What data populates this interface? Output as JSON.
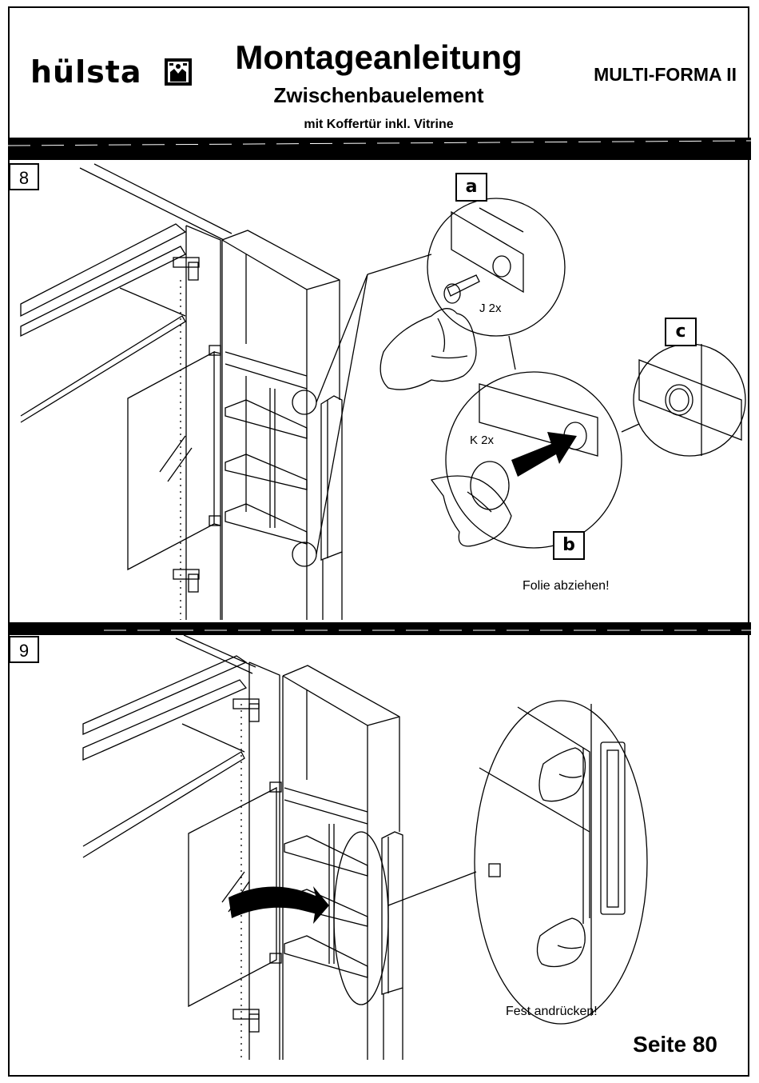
{
  "header": {
    "brand": "hülsta",
    "title": "Montageanleitung",
    "subtitle": "Zwischenbauelement",
    "subtitle2": "mit Koffertür inkl. Vitrine",
    "product": "MULTI-FORMA II"
  },
  "step8": {
    "number": "8",
    "label_a": "a",
    "label_b": "b",
    "label_c": "c",
    "part_j": "J 2x",
    "part_k": "K 2x",
    "note": "Folie abziehen!"
  },
  "step9": {
    "number": "9",
    "note": "Fest andrücken!"
  },
  "footer": {
    "page": "Seite 80"
  }
}
